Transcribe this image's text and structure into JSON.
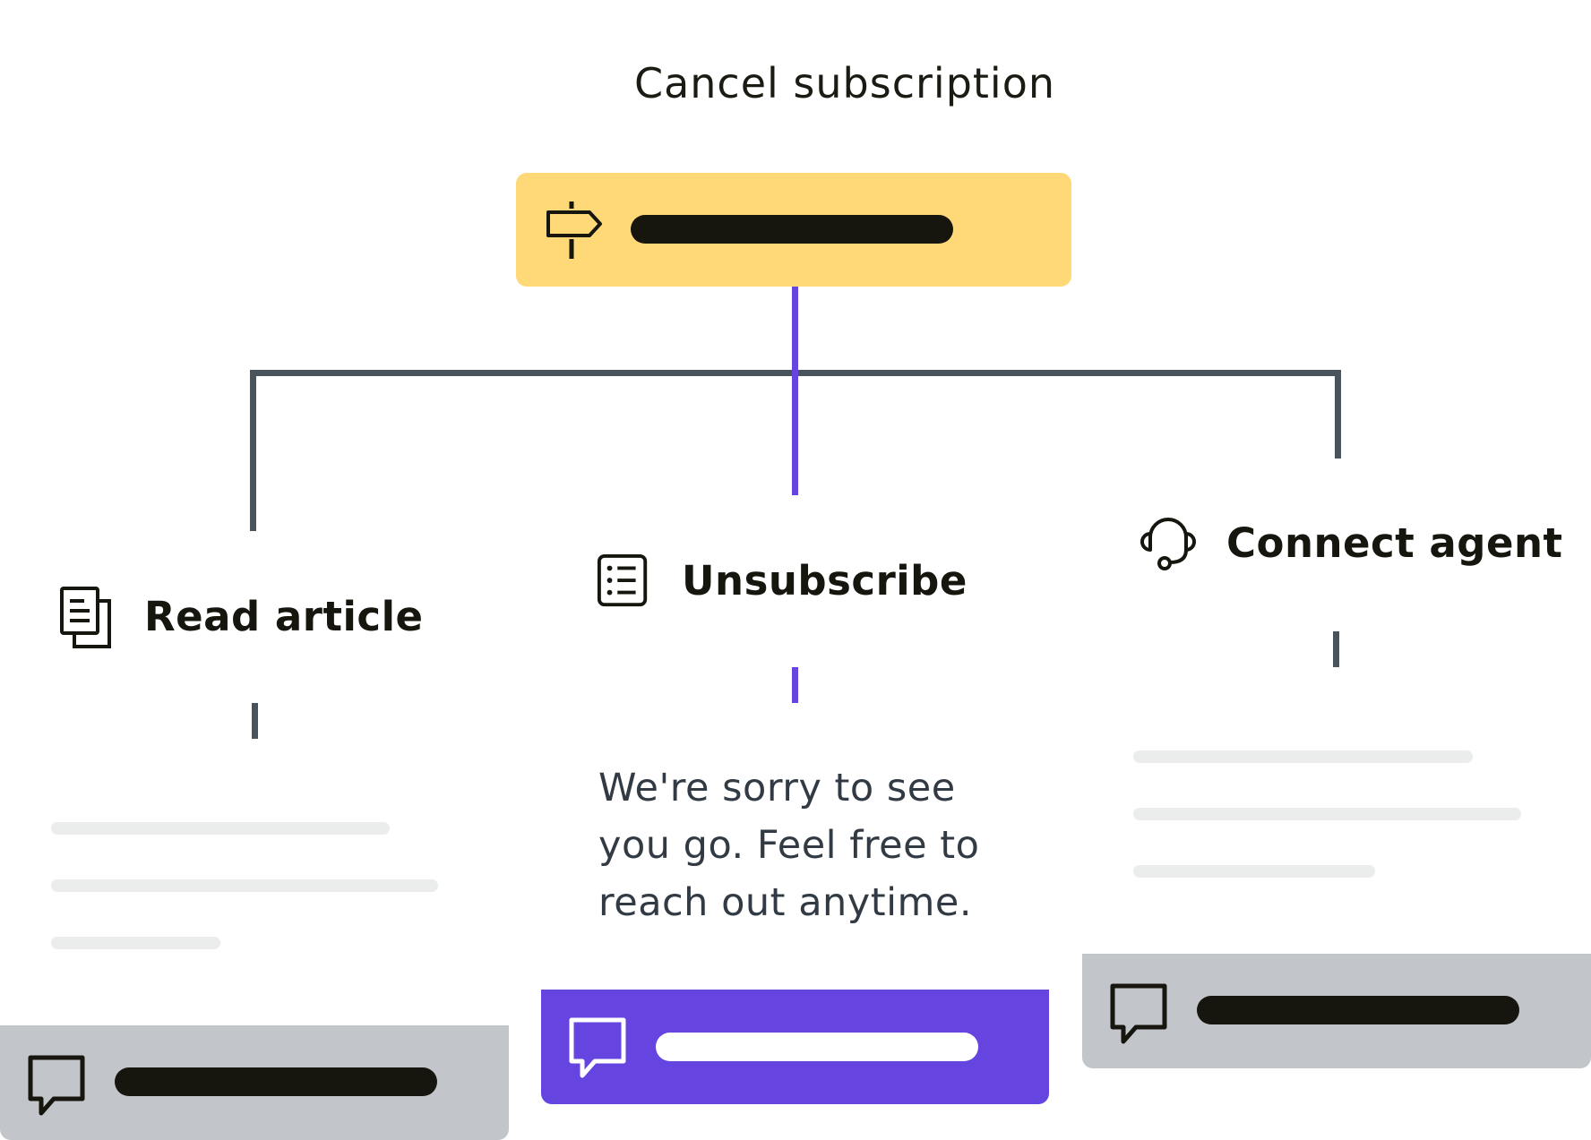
{
  "title": "Cancel subscription",
  "root": {
    "icon": "signpost-icon",
    "color": "#ffd977"
  },
  "branches": [
    {
      "label": "Read article",
      "icon": "documents-icon",
      "message_bar_color": "#c2c6cb",
      "message_icon": "chat-bubble-icon"
    },
    {
      "label": "Unsubscribe",
      "icon": "list-icon",
      "message": "We're sorry to see you go. Feel free to reach out anytime.",
      "message_bar_color": "#6544e0",
      "message_icon": "chat-bubble-icon"
    },
    {
      "label": "Connect agent",
      "icon": "headset-icon",
      "message_bar_color": "#c2c6cb",
      "message_icon": "chat-bubble-icon"
    }
  ],
  "colors": {
    "connector": "#48535c",
    "active_path": "#6544e0",
    "placeholder": "#ebecec"
  }
}
